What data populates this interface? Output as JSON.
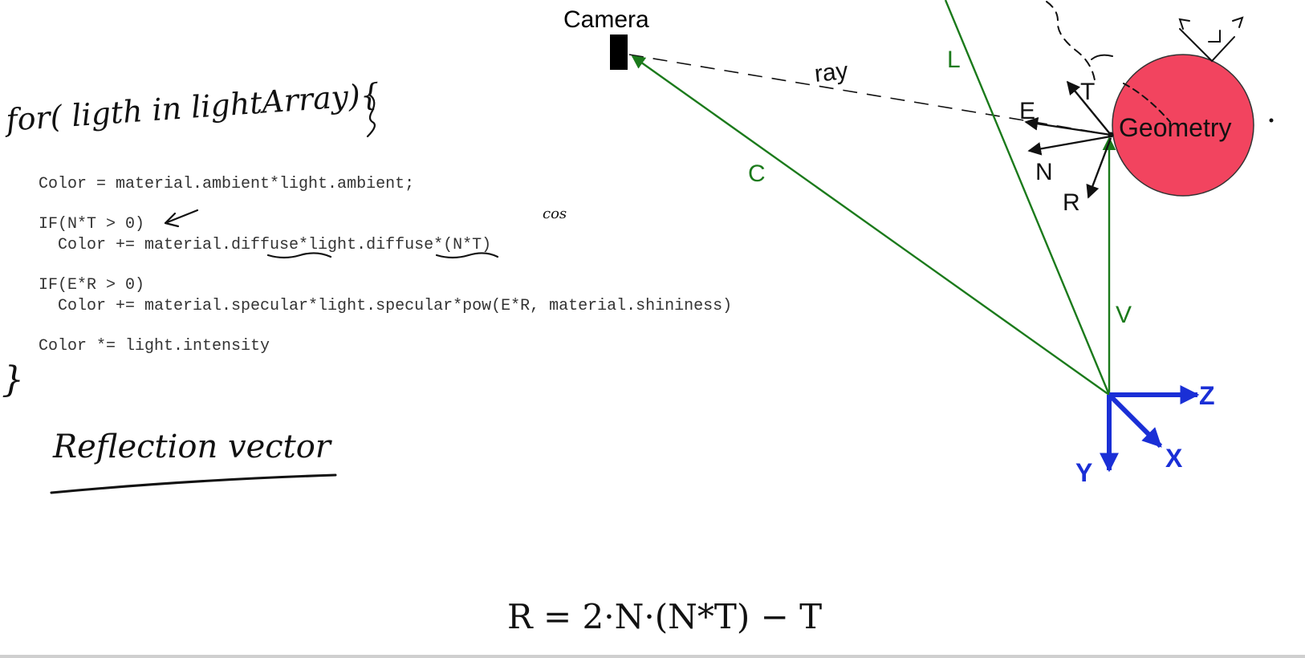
{
  "handwriting": {
    "for_loop": "for( ligth in lightArray){",
    "close_brace": "}",
    "cos_note": "cos",
    "heading": "Reflection vector",
    "formula": "R = 2·N·(N*T) − T"
  },
  "code": [
    "Color = material.ambient*light.ambient;",
    "IF(N*T > 0)",
    "  Color += material.diffuse*light.diffuse*(N*T)",
    "IF(E*R > 0)",
    "  Color += material.specular*light.specular*pow(E*R, material.shininess)",
    "Color *= light.intensity"
  ],
  "diagram": {
    "camera_label": "Camera",
    "ray_label": "ray",
    "geometry_label": "Geometry",
    "vectors": {
      "C": "C",
      "L": "L",
      "V": "V",
      "E": "E",
      "N": "N",
      "T": "T",
      "R": "R"
    },
    "axes": {
      "X": "X",
      "Y": "Y",
      "Z": "Z"
    },
    "colors": {
      "vector_green": "#1b7a1b",
      "axis_blue": "#1a2fd6",
      "sphere_red": "#f2445f",
      "ink": "#111111"
    }
  }
}
